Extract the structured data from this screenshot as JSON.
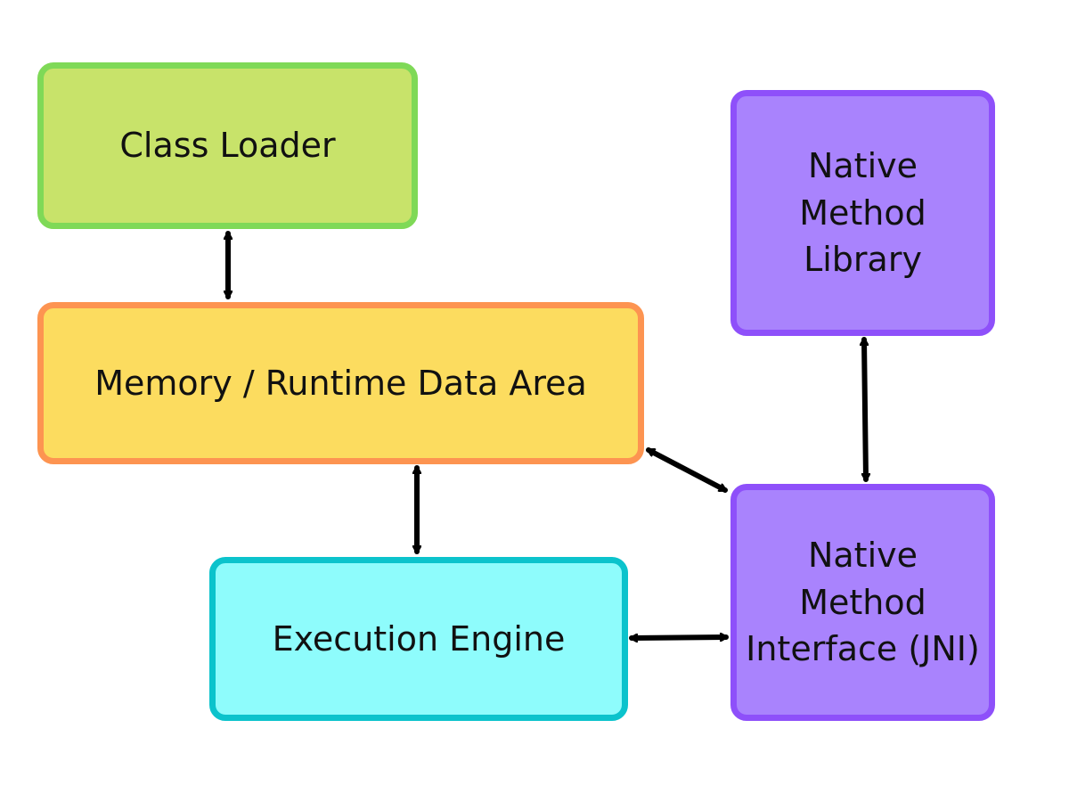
{
  "diagram": {
    "nodes": {
      "class_loader": {
        "label": "Class Loader",
        "fill": "#c8e36a",
        "stroke": "#7fd957"
      },
      "memory": {
        "label": "Memory / Runtime Data Area",
        "fill": "#fcdc5f",
        "stroke": "#fd9451"
      },
      "execution_engine": {
        "label": "Execution Engine",
        "fill": "#8efcfc",
        "stroke": "#0bc3cc"
      },
      "native_method_library": {
        "lines": [
          "Native",
          "Method",
          "Library"
        ],
        "fill": "#a983fd",
        "stroke": "#8e50fa"
      },
      "native_method_interface": {
        "lines": [
          "Native",
          "Method",
          "Interface (JNI)"
        ],
        "fill": "#a983fd",
        "stroke": "#8e50fa"
      }
    },
    "edges": [
      {
        "from": "class_loader",
        "to": "memory",
        "type": "bidirectional"
      },
      {
        "from": "memory",
        "to": "execution_engine",
        "type": "bidirectional"
      },
      {
        "from": "memory",
        "to": "native_method_interface",
        "type": "bidirectional"
      },
      {
        "from": "native_method_library",
        "to": "native_method_interface",
        "type": "bidirectional"
      },
      {
        "from": "execution_engine",
        "to": "native_method_interface",
        "type": "bidirectional"
      }
    ],
    "arrow_color": "#000000"
  }
}
